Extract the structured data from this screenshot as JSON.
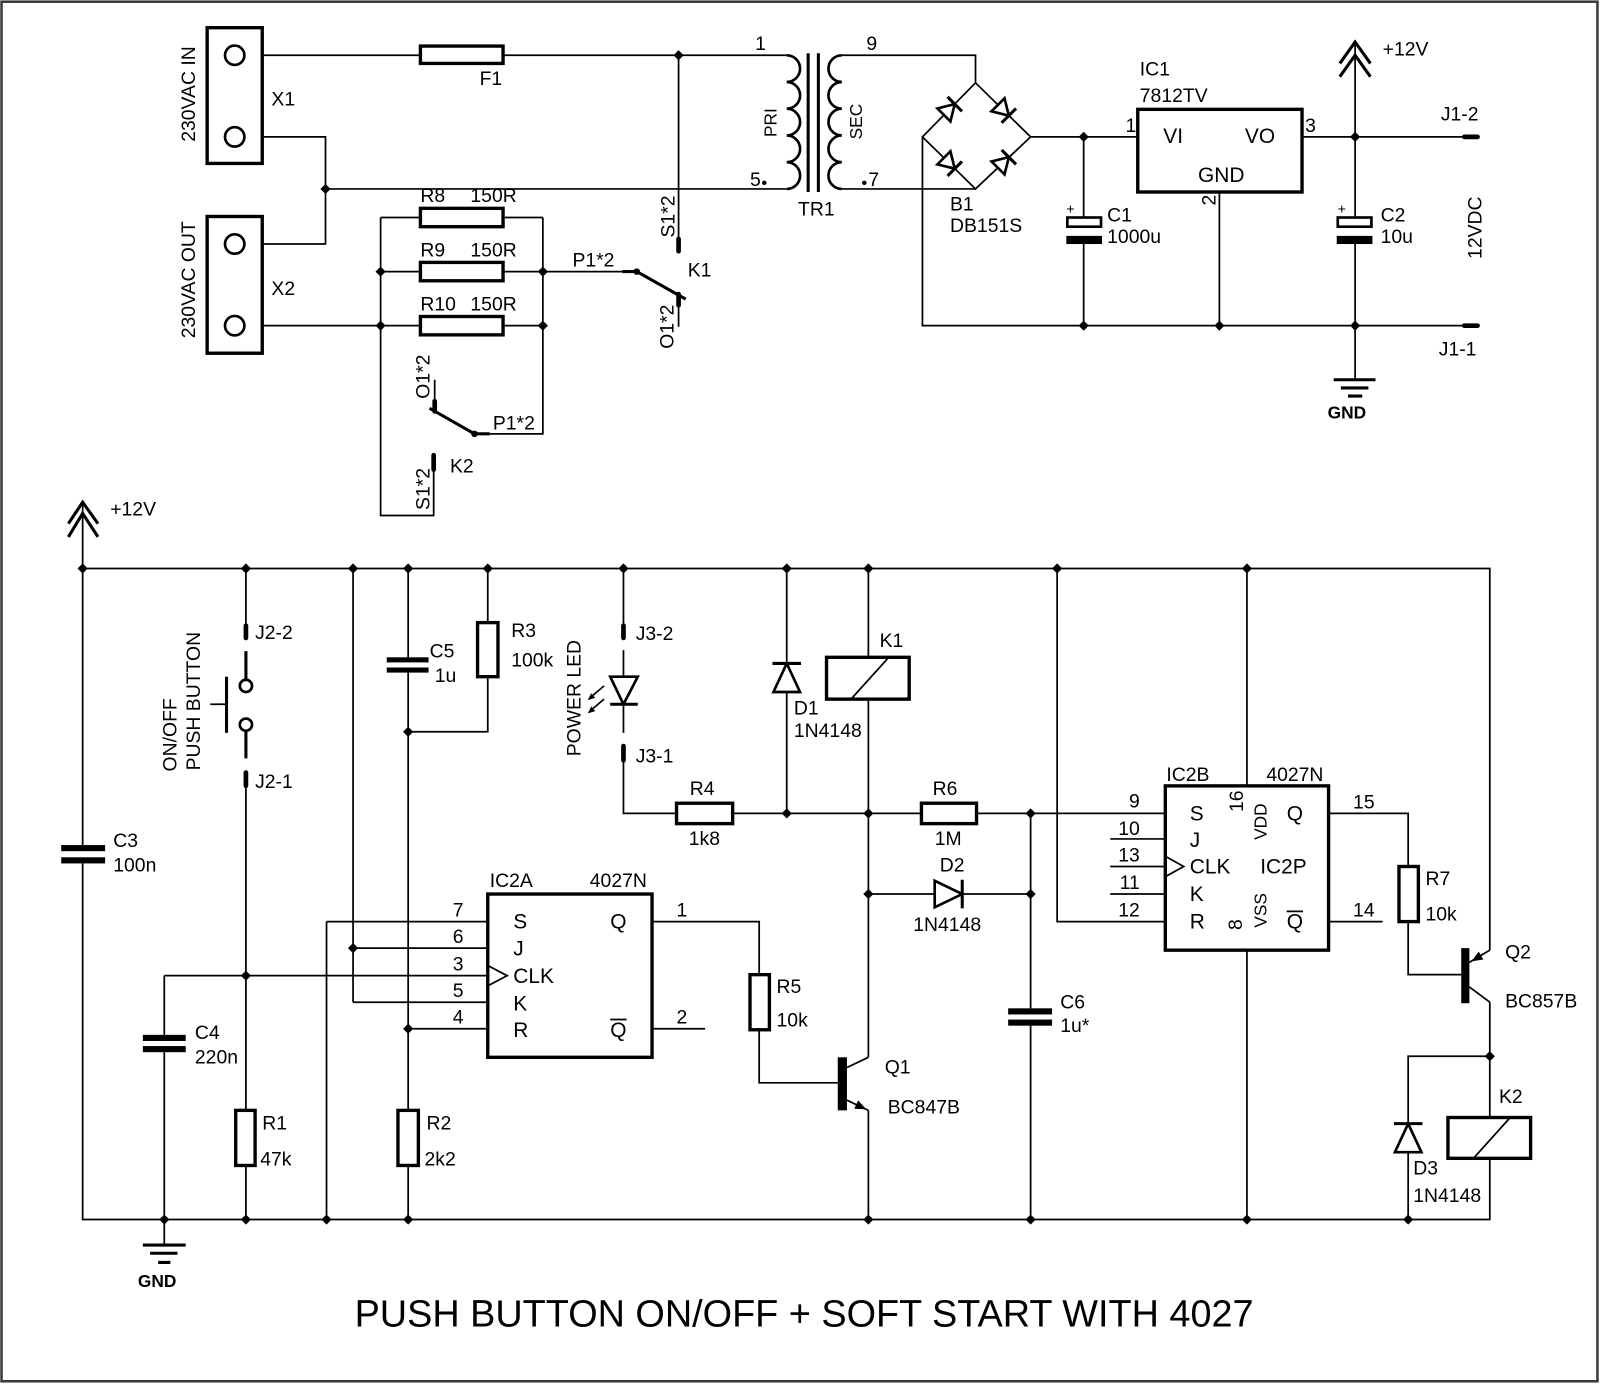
{
  "title": "PUSH BUTTON ON/OFF + SOFT START WITH 4027",
  "mains": {
    "x1": {
      "ref": "X1",
      "label": "230VAC IN"
    },
    "x2": {
      "ref": "X2",
      "label": "230VAC OUT"
    },
    "f1": {
      "ref": "F1"
    },
    "r8": {
      "ref": "R8",
      "value": "150R"
    },
    "r9": {
      "ref": "R9",
      "value": "150R"
    },
    "r10": {
      "ref": "R10",
      "value": "150R"
    },
    "k1_contact": {
      "ref": "K1",
      "common": "P1*2",
      "contact_o": "O1*2",
      "contact_s": "S1*2"
    },
    "k2_contact": {
      "ref": "K2",
      "common": "P1*2",
      "contact_o": "O1*2",
      "contact_s": "S1*2"
    },
    "tr1": {
      "ref": "TR1",
      "primary": "PRI",
      "secondary": "SEC",
      "pin_1": "1",
      "pin_5": "5",
      "pin_9": "9",
      "pin_7": "7"
    }
  },
  "psu": {
    "b1": {
      "ref": "B1",
      "value": "DB151S"
    },
    "ic1": {
      "ref": "IC1",
      "value": "7812TV",
      "vi": "VI",
      "vo": "VO",
      "gnd": "GND",
      "pin_1": "1",
      "pin_2": "2",
      "pin_3": "3"
    },
    "c1": {
      "ref": "C1",
      "value": "1000u",
      "polarity": "+"
    },
    "c2": {
      "ref": "C2",
      "value": "10u",
      "polarity": "+"
    },
    "rail": "+12V",
    "j1_2": "J1-2",
    "j1_1": "J1-1",
    "output": "12VDC",
    "gnd": "GND"
  },
  "control": {
    "rail": "+12V",
    "gnd": "GND",
    "c3": {
      "ref": "C3",
      "value": "100n"
    },
    "button": {
      "label_1": "ON/OFF",
      "label_2": "PUSH BUTTON",
      "j2_2": "J2-2",
      "j2_1": "J2-1"
    },
    "c4": {
      "ref": "C4",
      "value": "220n"
    },
    "c5": {
      "ref": "C5",
      "value": "1u"
    },
    "r1": {
      "ref": "R1",
      "value": "47k"
    },
    "r2": {
      "ref": "R2",
      "value": "2k2"
    },
    "r3": {
      "ref": "R3",
      "value": "100k"
    },
    "led": {
      "label": "POWER LED",
      "j3_2": "J3-2",
      "j3_1": "J3-1"
    },
    "r4": {
      "ref": "R4",
      "value": "1k8"
    },
    "d1": {
      "ref": "D1",
      "value": "1N4148"
    },
    "k1": {
      "ref": "K1"
    },
    "r6": {
      "ref": "R6",
      "value": "1M"
    },
    "d2": {
      "ref": "D2",
      "value": "1N4148"
    },
    "c6": {
      "ref": "C6",
      "value": "1u*"
    },
    "r5": {
      "ref": "R5",
      "value": "10k"
    },
    "q1": {
      "ref": "Q1",
      "value": "BC847B"
    },
    "ic2a": {
      "ref": "IC2A",
      "value": "4027N",
      "pins": {
        "s": "7",
        "j": "6",
        "clk": "3",
        "k": "5",
        "r": "4",
        "q": "1",
        "qbar": "2"
      },
      "labels": {
        "s": "S",
        "j": "J",
        "clk": "CLK",
        "k": "K",
        "r": "R",
        "q": "Q",
        "qbar": "Q"
      }
    },
    "ic2b": {
      "ref": "IC2B",
      "value": "4027N",
      "power_ref": "IC2P",
      "vdd": "VDD",
      "vdd_pin": "16",
      "vss": "VSS",
      "vss_pin": "8",
      "pins": {
        "s": "9",
        "j": "10",
        "clk": "13",
        "k": "11",
        "r": "12",
        "q": "15",
        "qbar": "14"
      },
      "labels": {
        "s": "S",
        "j": "J",
        "clk": "CLK",
        "k": "K",
        "r": "R",
        "q": "Q",
        "qbar": "Q"
      }
    },
    "r7": {
      "ref": "R7",
      "value": "10k"
    },
    "q2": {
      "ref": "Q2",
      "value": "BC857B"
    },
    "k2": {
      "ref": "K2"
    },
    "d3": {
      "ref": "D3",
      "value": "1N4148"
    }
  }
}
